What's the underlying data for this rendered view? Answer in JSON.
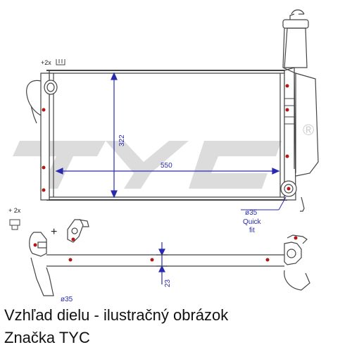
{
  "diagram": {
    "brand_logo_text": "TYC",
    "registered_mark": "®",
    "dim_width": "550",
    "dim_height": "322",
    "dim_thickness": "23",
    "bracket_qty_top": "+2x",
    "bracket_qty_side": "+ 2x",
    "plus_sign": "+",
    "pipe_diameter_right": "ø35",
    "quick_fit_line1": "Quick",
    "quick_fit_line2": "fit",
    "pipe_diameter_left": "ø35"
  },
  "caption": {
    "line1": "Vzhľad dielu - ilustračný obrázok",
    "line2": "Značka TYC"
  },
  "colors": {
    "line": "#444444",
    "dimension": "#2a2ab0",
    "accent": "#b01818",
    "watermark": "#d9d9d9",
    "caption_text": "#111111"
  }
}
